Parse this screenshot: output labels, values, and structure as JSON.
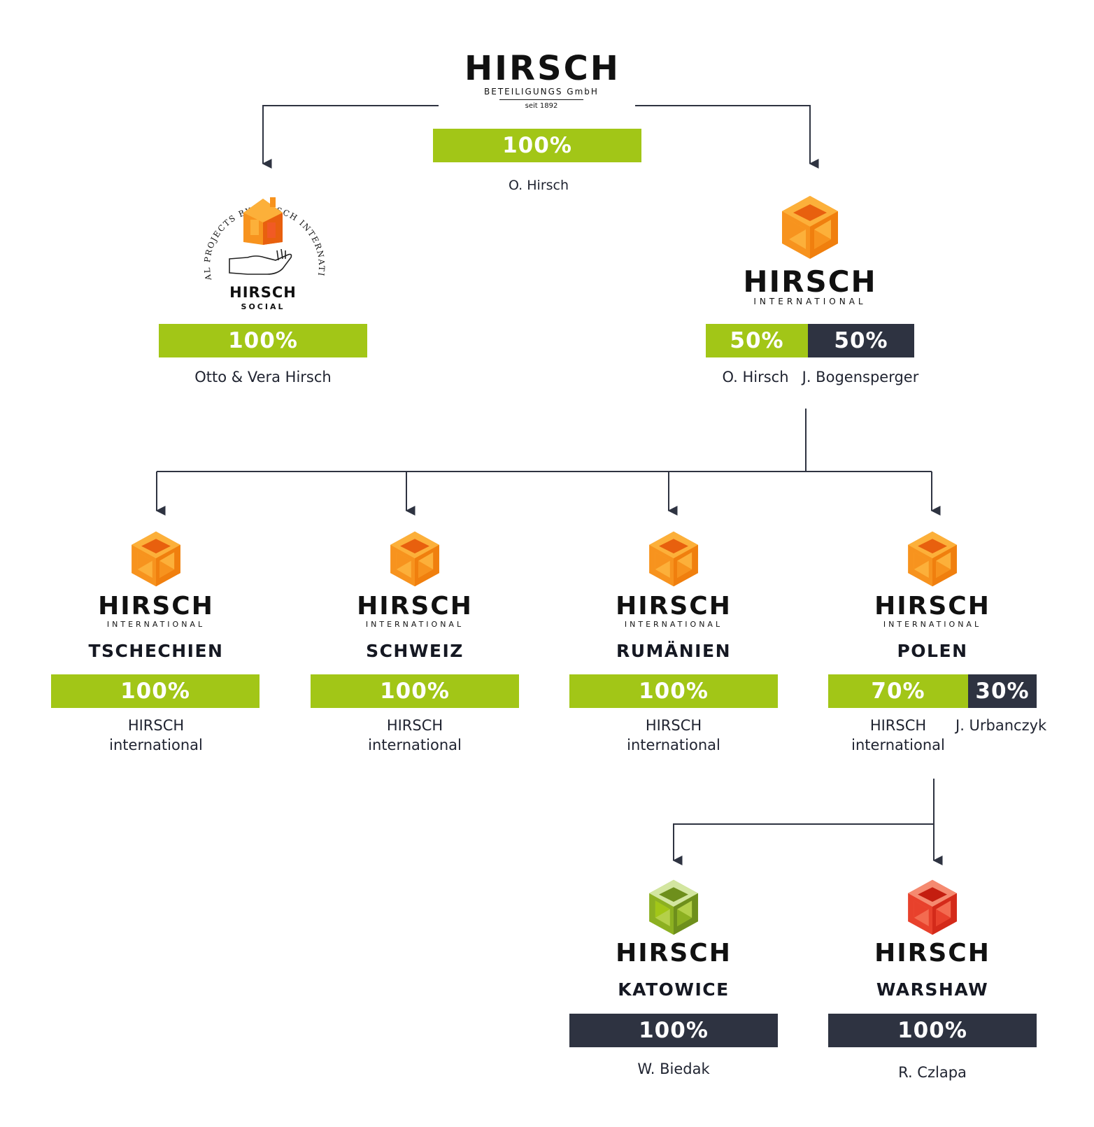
{
  "colors": {
    "green": "#a2c617",
    "dark": "#2e3341",
    "orange": "#f7931e",
    "line": "#2e3341"
  },
  "top": {
    "logo": {
      "word": "HIRSCH",
      "sub": "BETEILIGUNGS GmbH",
      "since": "seit 1892"
    },
    "bar": [
      {
        "value": "100%",
        "color": "green"
      }
    ],
    "owners": [
      "O. Hirsch"
    ]
  },
  "social": {
    "logo": {
      "arc_text": "SOCIAL PROJECTS BY HIRSCH INTERNATIONAL",
      "word": "HIRSCH",
      "sub": "SOCIAL",
      "icon": "house-in-hand-icon"
    },
    "bar": [
      {
        "value": "100%",
        "color": "green"
      }
    ],
    "owners": [
      "Otto & Vera Hirsch"
    ]
  },
  "international": {
    "logo": {
      "word": "HIRSCH",
      "sub": "INTERNATIONAL",
      "icon": "orange-cube-icon"
    },
    "bar": [
      {
        "value": "50%",
        "color": "green"
      },
      {
        "value": "50%",
        "color": "dark"
      }
    ],
    "owners": [
      "O. Hirsch",
      "J. Bogensperger"
    ]
  },
  "subsidiaries": [
    {
      "word": "HIRSCH",
      "sub": "INTERNATIONAL",
      "country": "TSCHECHIEN",
      "bar": [
        {
          "value": "100%",
          "color": "green"
        }
      ],
      "owner_line1": "HIRSCH",
      "owner_line2": "international"
    },
    {
      "word": "HIRSCH",
      "sub": "INTERNATIONAL",
      "country": "SCHWEIZ",
      "bar": [
        {
          "value": "100%",
          "color": "green"
        }
      ],
      "owner_line1": "HIRSCH",
      "owner_line2": "international"
    },
    {
      "word": "HIRSCH",
      "sub": "INTERNATIONAL",
      "country": "RUMÄNIEN",
      "bar": [
        {
          "value": "100%",
          "color": "green"
        }
      ],
      "owner_line1": "HIRSCH",
      "owner_line2": "international"
    },
    {
      "word": "HIRSCH",
      "sub": "INTERNATIONAL",
      "country": "POLEN",
      "bar": [
        {
          "value": "70%",
          "color": "green"
        },
        {
          "value": "30%",
          "color": "dark"
        }
      ],
      "owner_line1": "HIRSCH",
      "owner_line2": "international",
      "owner_extra": "J. Urbanczyk"
    }
  ],
  "branches": [
    {
      "word": "HIRSCH",
      "city": "KATOWICE",
      "icon": "green-cube-icon",
      "bar": [
        {
          "value": "100%",
          "color": "dark"
        }
      ],
      "owner": "W. Biedak"
    },
    {
      "word": "HIRSCH",
      "city": "WARSHAW",
      "icon": "red-cube-icon",
      "bar": [
        {
          "value": "100%",
          "color": "dark"
        }
      ],
      "owner": "R. Czlapa"
    }
  ]
}
